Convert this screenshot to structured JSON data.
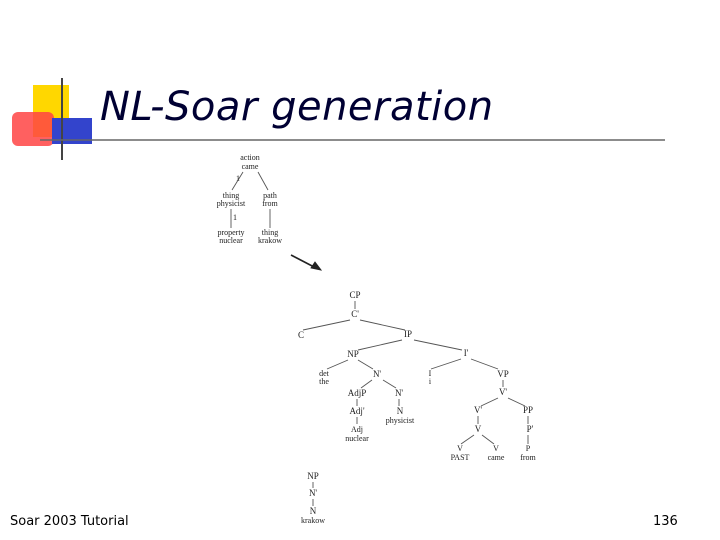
{
  "slide": {
    "title": "NL-Soar generation",
    "footer_left": "Soar 2003 Tutorial",
    "page_number": "136"
  },
  "colors": {
    "yellow": "#ffd700",
    "red": "#ff3333",
    "blue": "#3333cc",
    "rule": "#555555"
  },
  "semantic_graph": {
    "root_top": "action",
    "root_bottom": "came",
    "left_arc": "1",
    "left_node_top": "thing",
    "left_node_bottom": "physicist",
    "right_node_top": "path",
    "right_node_bottom": "from",
    "left_child_arc": "1",
    "left_child_top": "property",
    "left_child_bottom": "nuclear",
    "right_child_top": "thing",
    "right_child_bottom": "krakow"
  },
  "syntax_tree": {
    "cp": "CP",
    "cbar": "C'",
    "c": "C",
    "ip": "IP",
    "np": "NP",
    "ibar": "I'",
    "det": "det",
    "det_word": "the",
    "nbar": "N'",
    "i": "I",
    "i_sub": "i",
    "vp": "VP",
    "adjp": "AdjP",
    "nbar2": "N'",
    "vbar": "V'",
    "adjbar": "Adj'",
    "n": "N",
    "n_word": "physicist",
    "vbar2": "V'",
    "pp": "PP",
    "adj": "Adj",
    "adj_word": "nuclear",
    "v": "V",
    "pbar": "P'",
    "vleft": "V",
    "vleft_word": "PAST",
    "vright": "V",
    "vright_word": "came",
    "p": "P",
    "p_word": "from",
    "np2": "NP",
    "nbar3": "N'",
    "n2": "N",
    "n2_word": "krakow"
  }
}
